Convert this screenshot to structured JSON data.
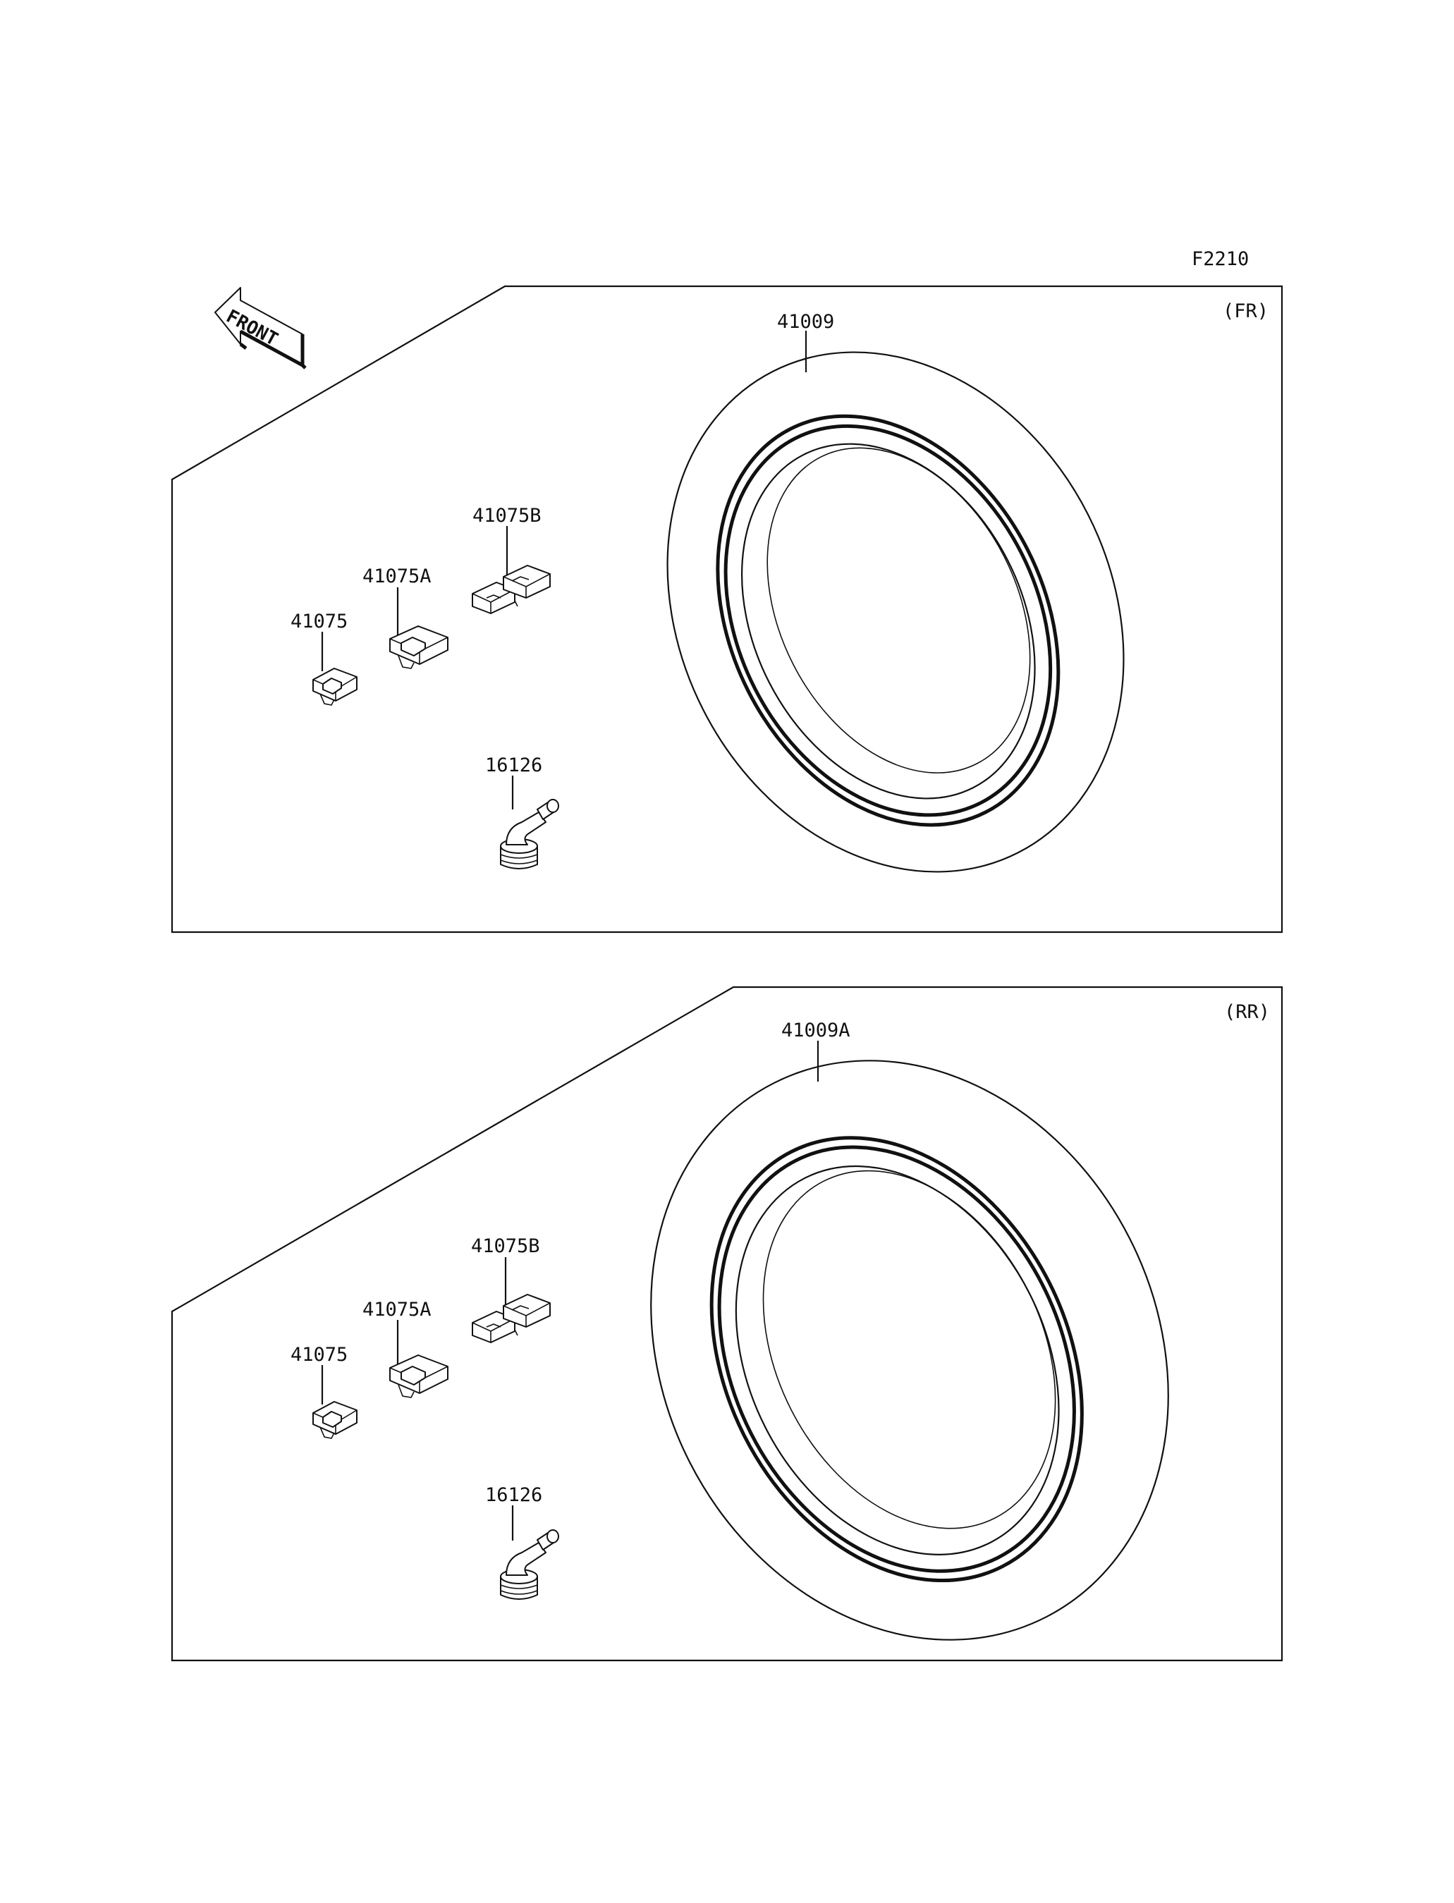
{
  "figure_code": "F2210",
  "orientation_arrow": {
    "label": "FRONT",
    "icon": "front-direction-arrow-icon"
  },
  "panels": [
    {
      "id": "front",
      "position_label": "(FR)",
      "tire": {
        "part_no": "41009"
      },
      "weight_small": {
        "part_no": "41075"
      },
      "weight_medium": {
        "part_no": "41075A"
      },
      "weight_large": {
        "part_no": "41075B"
      },
      "valve": {
        "part_no": "16126"
      }
    },
    {
      "id": "rear",
      "position_label": "(RR)",
      "tire": {
        "part_no": "41009A"
      },
      "weight_small": {
        "part_no": "41075"
      },
      "weight_medium": {
        "part_no": "41075A"
      },
      "weight_large": {
        "part_no": "41075B"
      },
      "valve": {
        "part_no": "16126"
      }
    }
  ],
  "colors": {
    "ink": "#111111",
    "paper": "#ffffff"
  }
}
